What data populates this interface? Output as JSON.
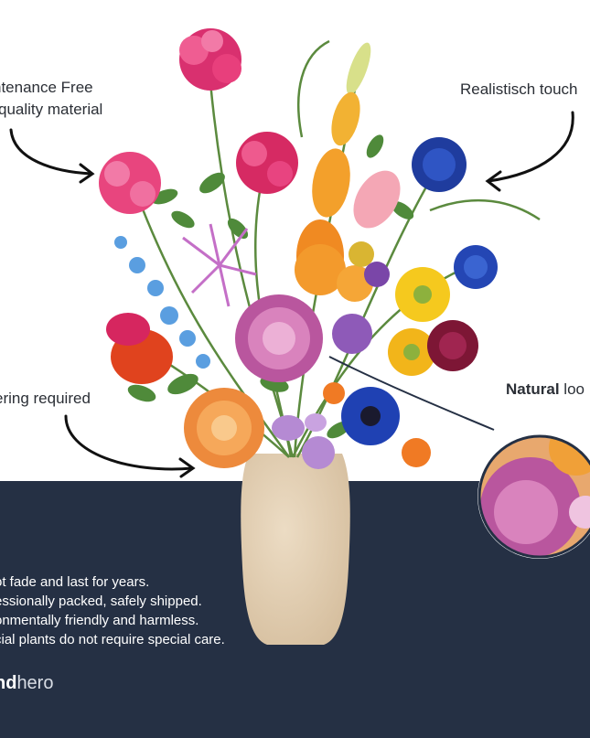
{
  "callouts": {
    "left_top_line1": "ntenance Free",
    "left_top_line2": "quality material",
    "right_top": "Realistisch touch",
    "left_bottom": "ering required",
    "natural_bold": "Natural",
    "natural_rest": " loo"
  },
  "features": [
    "ot fade and last for years.",
    "essionally packed, safely shipped.",
    "onmentally friendly and harmless.",
    "cial plants do not require special care."
  ],
  "brand": {
    "bold": "nd",
    "light": "hero"
  },
  "colors": {
    "dark_band": "#253044",
    "vase": "#e4cfb3",
    "text": "#2b2f36"
  }
}
